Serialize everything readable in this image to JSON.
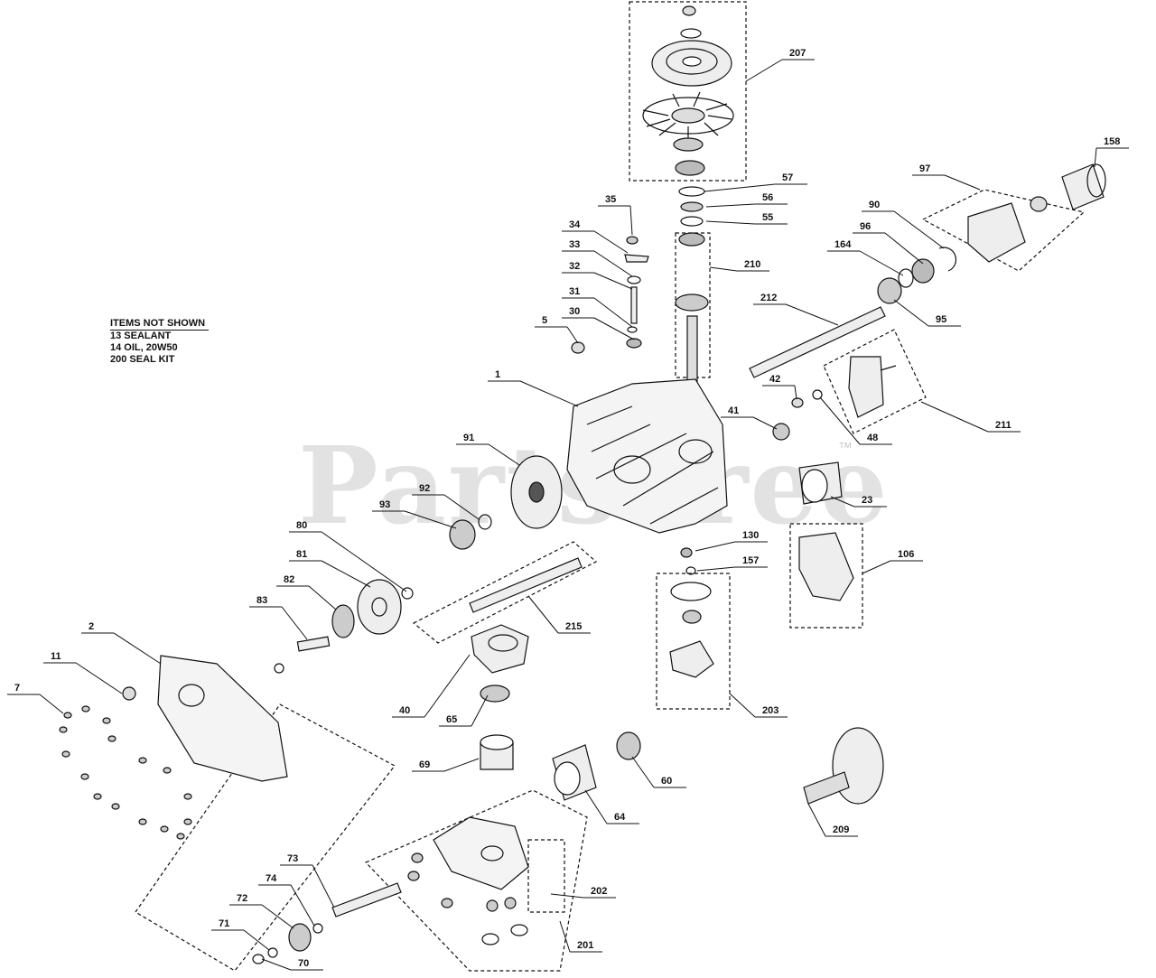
{
  "watermark": {
    "text": "PartsTree",
    "trademark": "™"
  },
  "notes": {
    "title": "ITEMS NOT SHOWN",
    "items": [
      "13 SEALANT",
      "14 OIL, 20W50",
      "200 SEAL KIT"
    ]
  },
  "callouts": [
    "207",
    "57",
    "56",
    "55",
    "158",
    "97",
    "90",
    "96",
    "164",
    "95",
    "210",
    "212",
    "35",
    "34",
    "33",
    "32",
    "31",
    "30",
    "5",
    "1",
    "42",
    "41",
    "48",
    "211",
    "91",
    "92",
    "93",
    "23",
    "130",
    "157",
    "106",
    "80",
    "81",
    "82",
    "83",
    "215",
    "2",
    "11",
    "7",
    "40",
    "65",
    "203",
    "69",
    "60",
    "64",
    "209",
    "73",
    "74",
    "72",
    "71",
    "70",
    "202",
    "201"
  ],
  "colors": {
    "line": "#111111",
    "watermark": "#969696",
    "background": "#ffffff"
  }
}
